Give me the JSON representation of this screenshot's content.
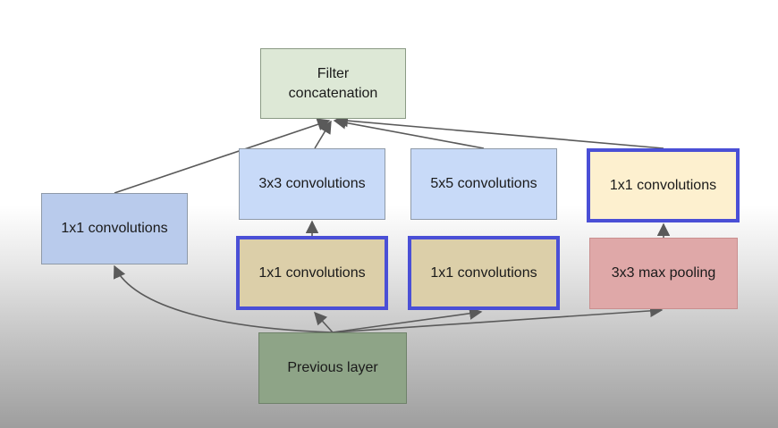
{
  "nodes": {
    "filter_concat": "Filter\nconcatenation",
    "conv3x3": "3x3 convolutions",
    "conv5x5": "5x5 convolutions",
    "conv1x1_pool_proj": "1x1 convolutions",
    "conv1x1_left": "1x1 convolutions",
    "conv1x1_reduce3": "1x1 convolutions",
    "conv1x1_reduce5": "1x1 convolutions",
    "maxpool": "3x3 max pooling",
    "prev_layer": "Previous layer"
  },
  "colors": {
    "arrow": "#5a5a5a",
    "highlight_border": "#4a4fd6"
  }
}
